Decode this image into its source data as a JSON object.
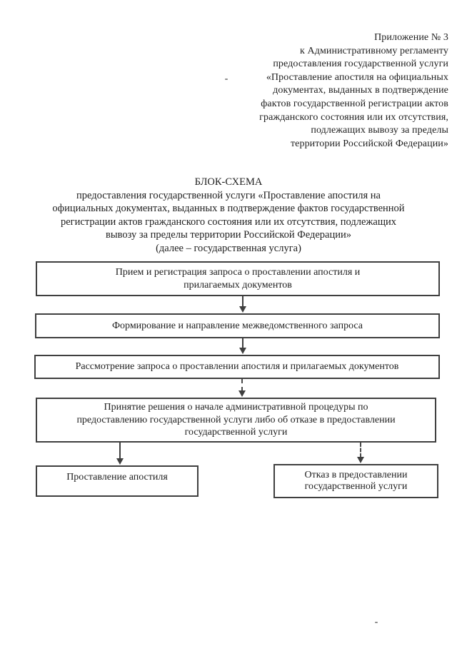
{
  "colors": {
    "ink": "#1e1e1e",
    "line": "#3f3f3f",
    "paper": "#ffffff"
  },
  "appendix": {
    "lines": [
      "Приложение № 3",
      "к Административному регламенту",
      "предоставления государственной услуги",
      "«Проставление апостиля на официальных",
      "документах, выданных в подтверждение",
      "фактов государственной регистрации актов",
      "гражданского состояния или их отсутствия,",
      "подлежащих вывозу за пределы",
      "территории Российской Федерации»"
    ]
  },
  "title": {
    "heading": "БЛОК-СХЕМА",
    "lines": [
      "предоставления государственной услуги «Проставление апостиля на",
      "официальных документах, выданных в подтверждение фактов государственной",
      "регистрации актов гражданского состояния или их отсутствия, подлежащих",
      "вывозу за пределы территории Российской Федерации»",
      "(далее – государственная услуга)"
    ]
  },
  "flowchart": {
    "box1": {
      "lines": [
        "Прием и регистрация запроса о проставлении апостиля и",
        "прилагаемых документов"
      ]
    },
    "box2": {
      "lines": [
        "Формирование и направление межведомственного запроса"
      ]
    },
    "box3": {
      "lines": [
        "Рассмотрение запроса о проставлении апостиля и прилагаемых документов"
      ]
    },
    "box4": {
      "lines": [
        "Принятие решения о начале административной процедуры по",
        "предоставлению государственной услуги либо об отказе в предоставлении",
        "государственной услуги"
      ]
    },
    "box5": {
      "lines": [
        "Проставление апостиля"
      ]
    },
    "box6": {
      "lines": [
        "Отказ в предоставлении",
        "государственной услуги"
      ]
    }
  }
}
